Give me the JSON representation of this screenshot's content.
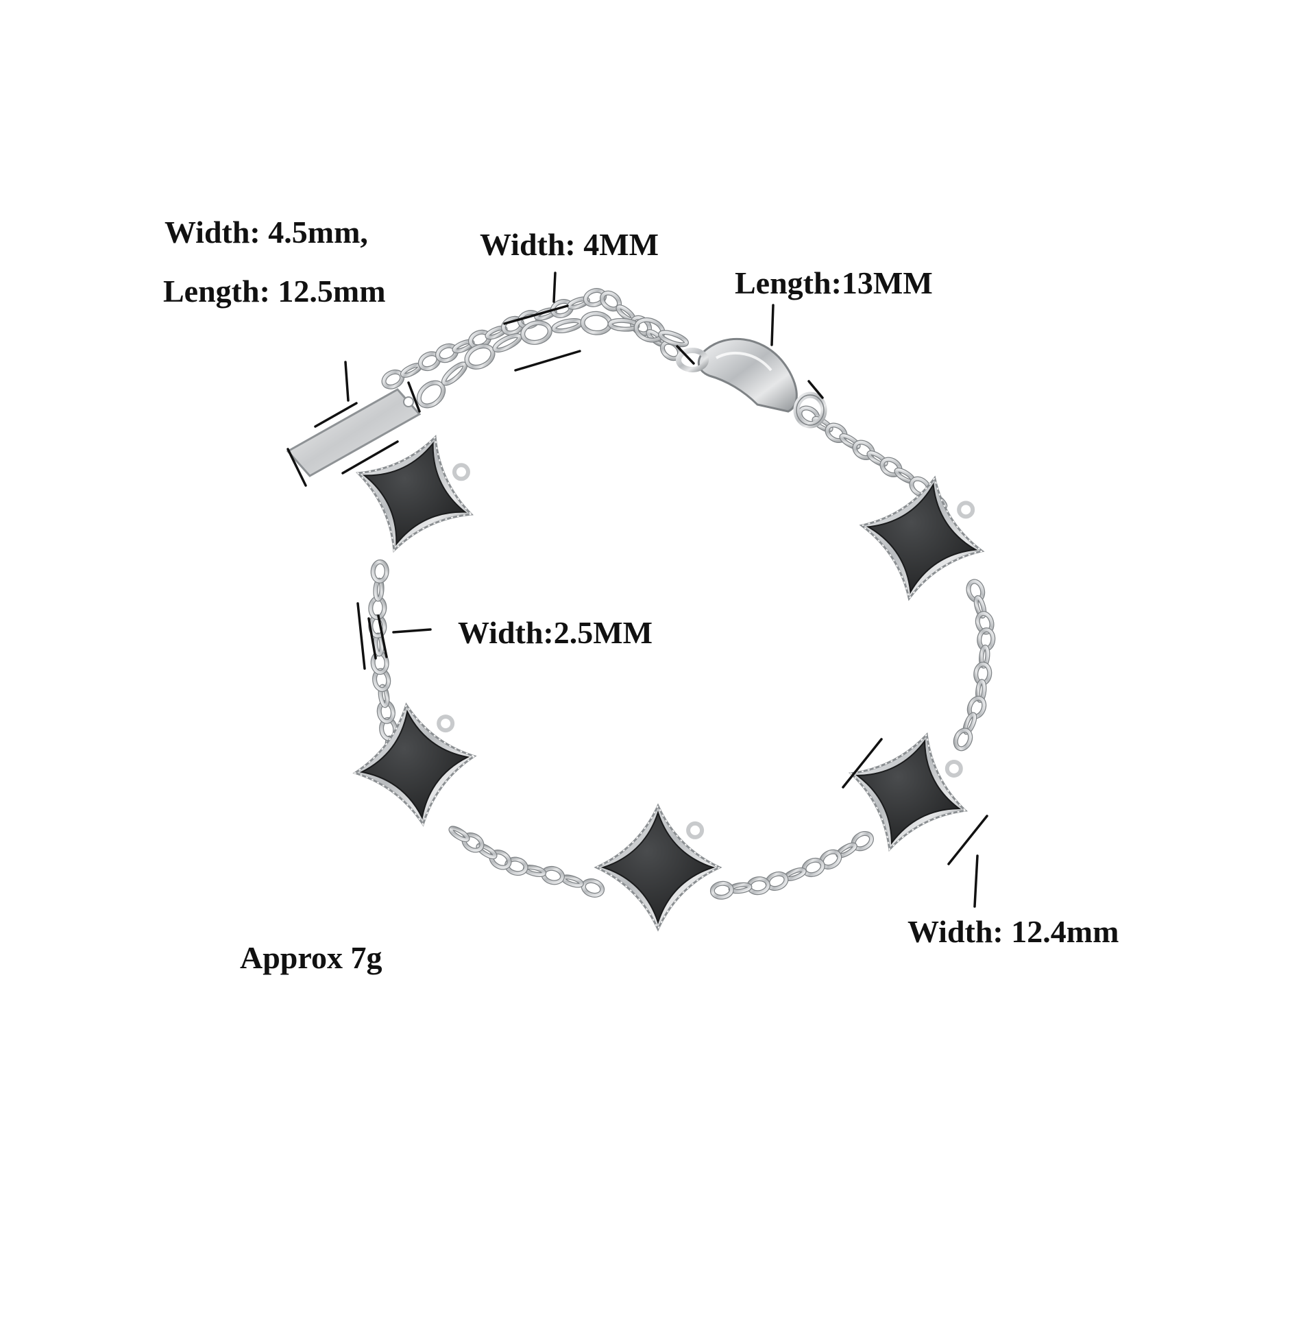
{
  "product": {
    "name": "clover-star-charm-bracelet",
    "metal_color": "#c8cacc",
    "enamel_color": "#2e2f30",
    "background_color": "#ffffff"
  },
  "annotations": {
    "tag_width": "Width: 4.5mm,",
    "tag_length": "Length: 12.5mm",
    "extender_width": "Width: 4MM",
    "clasp_length": "Length:13MM",
    "chain_width": "Width:2.5MM",
    "charm_width": "Width: 12.4mm",
    "weight": "Approx 7g"
  }
}
